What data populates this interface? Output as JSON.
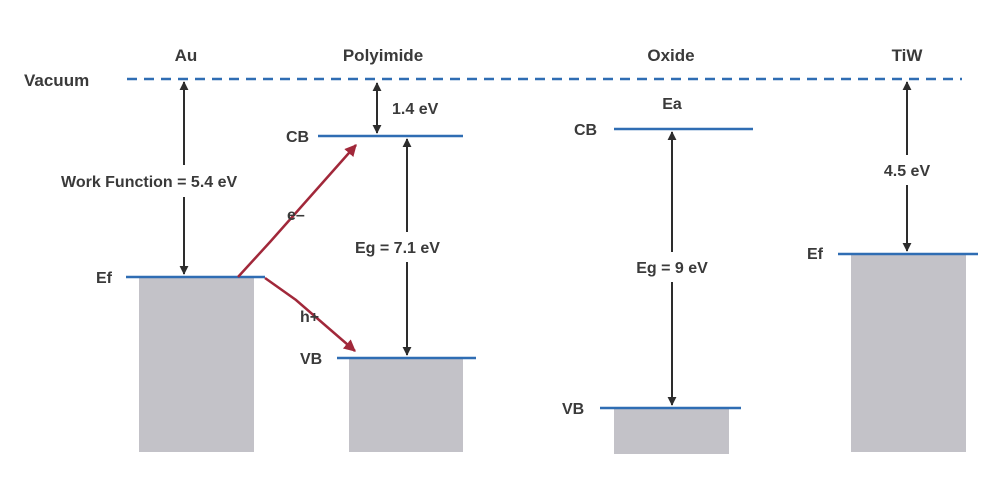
{
  "vacuum_label": "Vacuum",
  "colors": {
    "level_line": "#2f6db3",
    "arrow_black": "#2d2d2d",
    "arrow_red": "#a1283a",
    "band_fill": "#c3c2c8",
    "text": "#3a3a3a"
  },
  "materials": {
    "au": {
      "name": "Au",
      "ef_label": "Ef",
      "work_function_label": "Work Function = 5.4 eV"
    },
    "polyimide": {
      "name": "Polyimide",
      "cb_label": "CB",
      "vb_label": "VB",
      "gap_to_vacuum_label": "1.4 eV",
      "bandgap_label": "Eg = 7.1 eV"
    },
    "oxide": {
      "name": "Oxide",
      "cb_label": "CB",
      "vb_label": "VB",
      "ea_label": "Ea",
      "bandgap_label": "Eg = 9 eV"
    },
    "tiw": {
      "name": "TiW",
      "ef_label": "Ef",
      "work_function_label": "4.5 eV"
    }
  },
  "carriers": {
    "electron_label": "e–",
    "hole_label": "h+"
  }
}
